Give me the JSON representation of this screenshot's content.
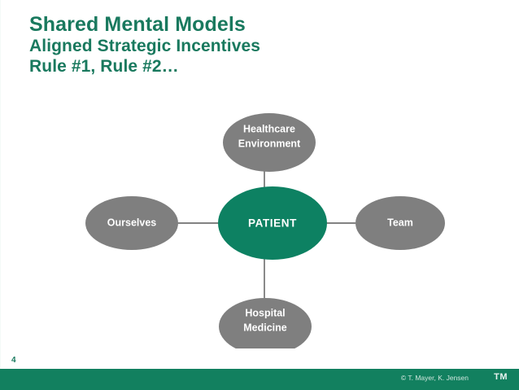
{
  "slide": {
    "number": "4",
    "accent_color": "#12805f",
    "title_color": "#19795e",
    "node_grey": "#7f7f7f",
    "node_teal": "#0d8162",
    "connector_color": "#595959",
    "background": "#ffffff"
  },
  "title": {
    "line1": "Shared Mental Models",
    "line2": "Aligned Strategic Incentives",
    "line3": "Rule #1, Rule #2…"
  },
  "diagram": {
    "center": {
      "label": "PATIENT",
      "color": "#0d8162"
    },
    "nodes": [
      {
        "id": "top",
        "label_line1": "Healthcare",
        "label_line2": "Environment",
        "color": "#7f7f7f"
      },
      {
        "id": "left",
        "label_line1": "Ourselves",
        "label_line2": "",
        "color": "#7f7f7f"
      },
      {
        "id": "right",
        "label_line1": "Team",
        "label_line2": "",
        "color": "#7f7f7f"
      },
      {
        "id": "bottom",
        "label_line1": "Hospital",
        "label_line2": "Medicine",
        "color": "#7f7f7f"
      }
    ]
  },
  "footer": {
    "copyright": "© T. Mayer, K. Jensen",
    "mark": "TM"
  }
}
